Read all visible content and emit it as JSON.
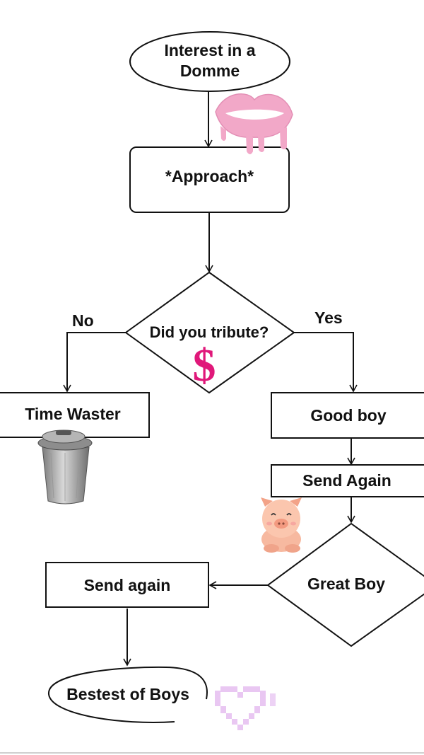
{
  "nodes": {
    "start": "Interest in a Domme",
    "approach": "*Approach*",
    "decision": "Did you tribute?",
    "time_waster": "Time Waster",
    "good_boy": "Good boy",
    "send_again_1": "Send Again",
    "great_boy": "Great Boy",
    "send_again_2": "Send again",
    "end": "Bestest of Boys"
  },
  "edges": {
    "no": "No",
    "yes": "Yes"
  },
  "decorations": {
    "dollar": "$",
    "lips": "lips-sticker",
    "trash_can": "trash-can-sticker",
    "pig": "pig-sticker",
    "heart": "pixel-heart-sticker"
  },
  "colors": {
    "stroke": "#111111",
    "dollar": "#e0187a",
    "lips": "#f2a8c8",
    "pig": "#f7b9a0",
    "heart": "#e9c7f2"
  }
}
